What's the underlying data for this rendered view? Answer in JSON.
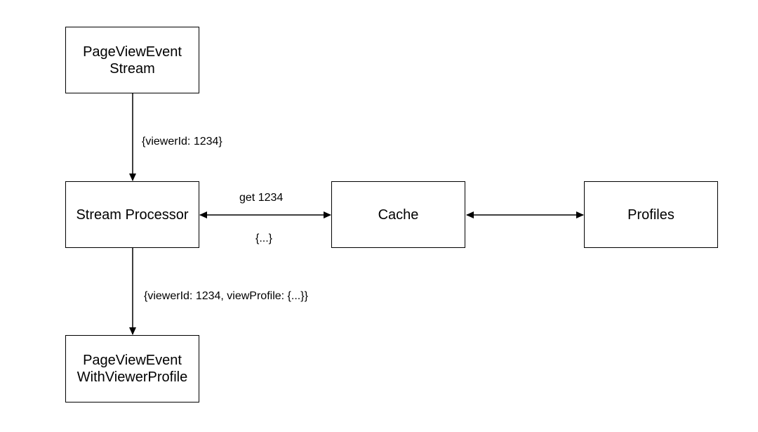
{
  "nodes": {
    "page_view_event_stream": {
      "line1": "PageViewEvent",
      "line2": "Stream"
    },
    "stream_processor": {
      "text": "Stream Processor"
    },
    "cache": {
      "text": "Cache"
    },
    "profiles": {
      "text": "Profiles"
    },
    "page_view_event_with_profile": {
      "line1": "PageViewEvent",
      "line2": "WithViewerProfile"
    }
  },
  "edges": {
    "stream_to_processor": {
      "label": "{viewerId: 1234}"
    },
    "processor_cache_request": {
      "label": "get 1234"
    },
    "processor_cache_response": {
      "label": "{...}"
    },
    "processor_to_output": {
      "label": "{viewerId: 1234, viewProfile: {...}}"
    }
  },
  "colors": {
    "stroke": "#000000",
    "background": "#ffffff"
  }
}
